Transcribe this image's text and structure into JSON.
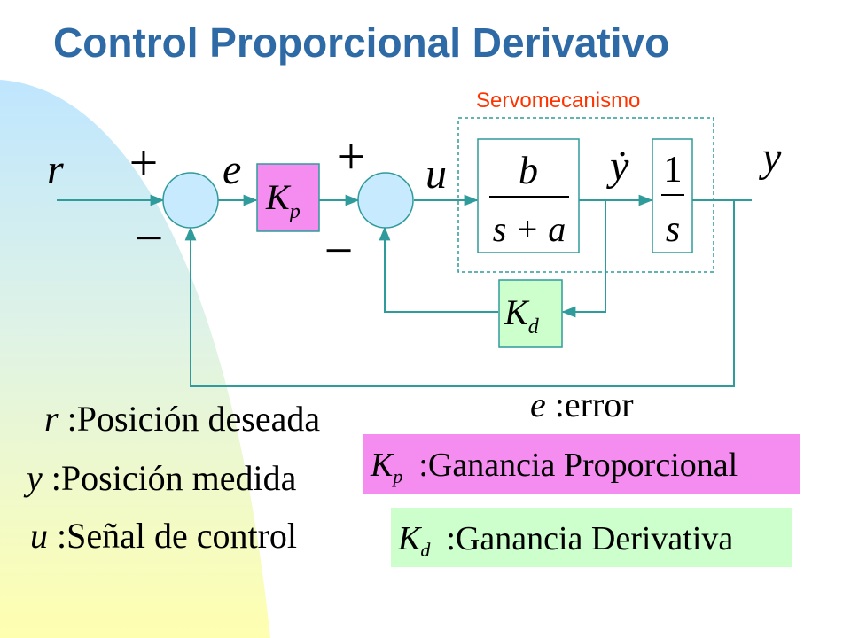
{
  "title": "Control Proporcional Derivativo",
  "servo_label": "Servomecanismo",
  "signals": {
    "r": "r",
    "e": "e",
    "u": "u",
    "ydot": "ẏ",
    "y": "y",
    "plus": "+",
    "minus": "−"
  },
  "blocks": {
    "kp": {
      "main": "K",
      "sub": "p"
    },
    "kd": {
      "main": "K",
      "sub": "d"
    },
    "plant": {
      "num": "b",
      "den": "s + a"
    },
    "integrator": {
      "num": "1",
      "den": "s"
    }
  },
  "legend": {
    "r": {
      "sym": "r",
      "sep": " :",
      "text": "Posición deseada"
    },
    "y": {
      "sym": "y",
      "sep": " :",
      "text": "Posición medida"
    },
    "u": {
      "sym": "u",
      "sep": " :",
      "text": "Señal de control"
    },
    "e": {
      "sym": "e",
      "sep": " :",
      "text": "error"
    },
    "kp": {
      "sym": "K",
      "sub": "p",
      "sep": ":",
      "text": "Ganancia Proporcional"
    },
    "kd": {
      "sym": "K",
      "sub": "d",
      "sep": ":",
      "text": "Ganancia Derivativa"
    }
  },
  "colors": {
    "title": "#2e6aa6",
    "servo_label": "#ff3300",
    "kp_block": "#f58cf0",
    "kd_block": "#ccffcc",
    "summing_junction": "#c8eaff",
    "wire": "#2f9b9b"
  }
}
